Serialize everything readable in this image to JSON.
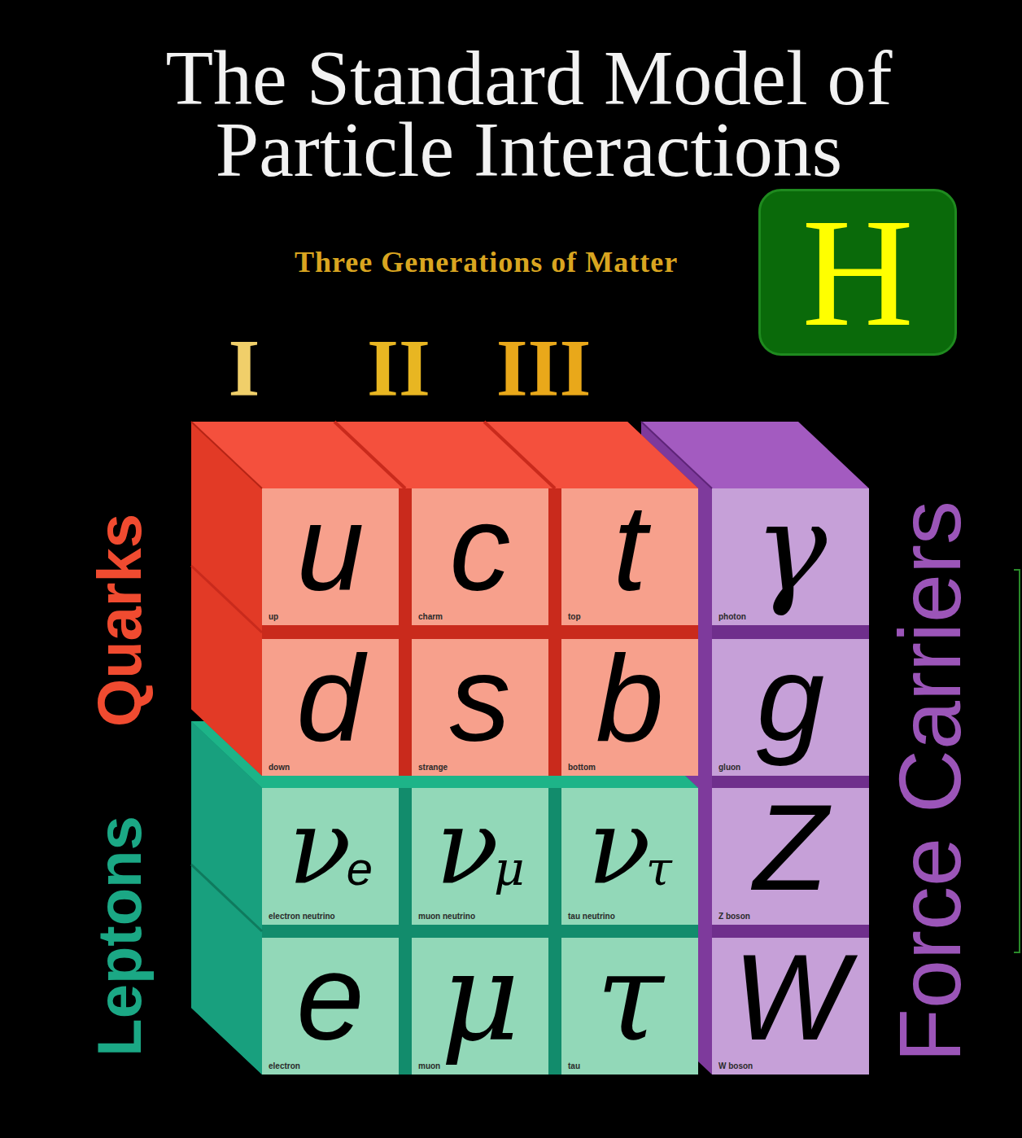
{
  "diagram": {
    "title": "The Standard Model of Particle Interactions",
    "nodes": [
      {
        "text": [
          "H"
        ]
      },
      {
        "text": [
          "u",
          "up"
        ]
      },
      {
        "text": [
          "c",
          "charm"
        ]
      },
      {
        "text": [
          "t",
          "top"
        ]
      },
      {
        "text": [
          "γ",
          "photon"
        ]
      },
      {
        "text": [
          "d",
          "down"
        ]
      },
      {
        "text": [
          "s",
          "strange"
        ]
      },
      {
        "text": [
          "b",
          "bottom"
        ]
      },
      {
        "text": [
          "g",
          "gluon"
        ]
      },
      {
        "text": [
          "ν",
          "e",
          "electron neutrino"
        ]
      },
      {
        "text": [
          "ν",
          "μ",
          "muon neutrino"
        ]
      },
      {
        "text": [
          "ν",
          "τ",
          "tau neutrino"
        ]
      },
      {
        "text": [
          "Z",
          "Z boson"
        ]
      },
      {
        "text": [
          "e",
          "electron"
        ]
      },
      {
        "text": [
          "μ",
          "muon"
        ]
      },
      {
        "text": [
          "τ",
          "tau"
        ]
      },
      {
        "text": [
          "W",
          "W boson"
        ]
      }
    ],
    "labels": [
      "Three Generations of Matter",
      "I",
      "II",
      "III",
      "Quarks",
      "Leptons",
      "Force Carriers"
    ]
  }
}
